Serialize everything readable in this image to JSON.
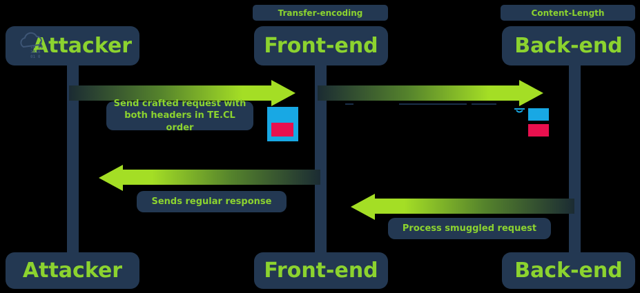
{
  "header_labels": {
    "transfer_encoding": "Transfer-encoding",
    "content_length": "Content-Length"
  },
  "actors": {
    "attacker": "Attacker",
    "front_end": "Front-end",
    "back_end": "Back-end"
  },
  "messages": {
    "crafted_request": "Send crafted request with both headers in TE.CL order",
    "regular_response": "Sends regular response",
    "smuggled_request": "Process smuggled request"
  },
  "icons": {
    "attacker_cloud": "cloud-binary-icon",
    "combined_request": "request-card-blue-with-embedded-red-block",
    "split_request_top": "request-block-blue",
    "split_request_bottom": "smuggled-request-block-red",
    "cut_mark": "cyan-squiggle-mark"
  },
  "colors": {
    "background": "#000000",
    "panel_navy": "#233852",
    "text_green": "#8cd32f",
    "arrow_green": "#a4de25",
    "request_blue": "#18a8e4",
    "request_red": "#e8104e",
    "icon_steel_blue": "#3e5676",
    "remnant_navy": "#1a2f4a"
  }
}
